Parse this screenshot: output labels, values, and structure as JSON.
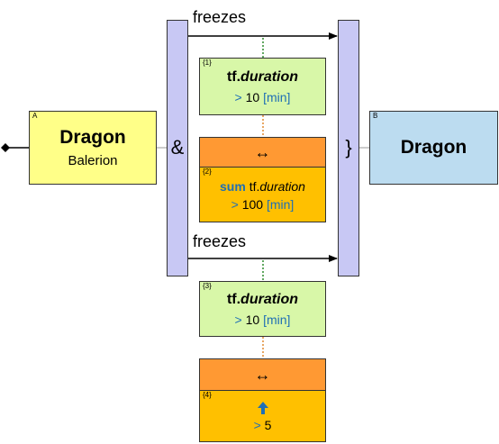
{
  "colors": {
    "node_a_fill": "#ffff88",
    "node_b_fill": "#bcdcf0",
    "bar_fill": "#c8c8f4",
    "condition_fill": "#d8f7a8",
    "aggregate_header_fill": "#ff9933",
    "aggregate_body_fill": "#ffc000",
    "keyword_blue": "#1f6fb5",
    "dotted_green": "#2e8b2e",
    "dotted_orange": "#e08a30"
  },
  "node_a": {
    "tag": "A",
    "title": "Dragon",
    "subtitle": "Balerion"
  },
  "node_b": {
    "tag": "B",
    "title": "Dragon"
  },
  "left_bar": {
    "symbol": "&"
  },
  "right_bar": {
    "symbol": "}"
  },
  "edge_top": {
    "label": "freezes"
  },
  "edge_bottom": {
    "label": "freezes"
  },
  "cond1": {
    "tag": "{1}",
    "prop_prefix": "tf.",
    "prop_name": "duration",
    "op": ">",
    "value": "10",
    "unit": "[min]"
  },
  "agg2": {
    "header_icon": "↔",
    "tag": "{2}",
    "func": "sum",
    "prop_prefix": "tf.",
    "prop_name": "duration",
    "op": ">",
    "value": "100",
    "unit": "[min]"
  },
  "cond3": {
    "tag": "{3}",
    "prop_prefix": "tf.",
    "prop_name": "duration",
    "op": ">",
    "value": "10",
    "unit": "[min]"
  },
  "agg4": {
    "header_icon": "↔",
    "tag": "{4}",
    "arrow_icon": "arrow-up-icon",
    "op": ">",
    "value": "5"
  }
}
